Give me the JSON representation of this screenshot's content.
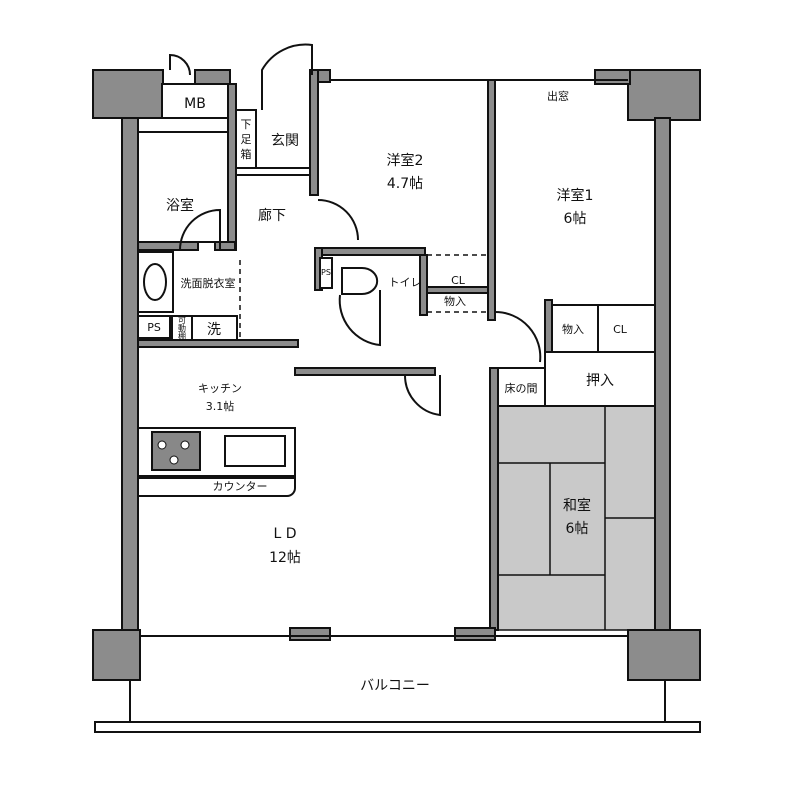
{
  "floorplan": {
    "rooms": {
      "mb": "MB",
      "genkan": "玄関",
      "geta_bako": [
        "下",
        "足",
        "箱"
      ],
      "bath": "浴室",
      "corridor": "廊下",
      "washroom": "洗面脱衣室",
      "ps_wash": "PS",
      "movable_shelf": [
        "可",
        "動",
        "棚"
      ],
      "washer": "洗",
      "western2": {
        "name": "洋室2",
        "size": "4.7帖"
      },
      "western1": {
        "name": "洋室1",
        "size": "6帖"
      },
      "bay_window": "出窓",
      "toilet": "トイレ",
      "ps_toilet": "PS",
      "cl_toilet": "CL",
      "storage_hall": "物入",
      "storage_w1": "物入",
      "cl_w1": "CL",
      "tokonoma": "床の間",
      "oshiire": "押入",
      "kitchen": {
        "name": "キッチン",
        "size": "3.1帖"
      },
      "counter": "カウンター",
      "ld": {
        "name": "L D",
        "size": "12帖"
      },
      "washitsu": {
        "name": "和室",
        "size": "6帖"
      },
      "balcony": "バルコニー"
    },
    "colors": {
      "wall": "#8c8c8c",
      "tatami": "#c9c9c9"
    }
  }
}
